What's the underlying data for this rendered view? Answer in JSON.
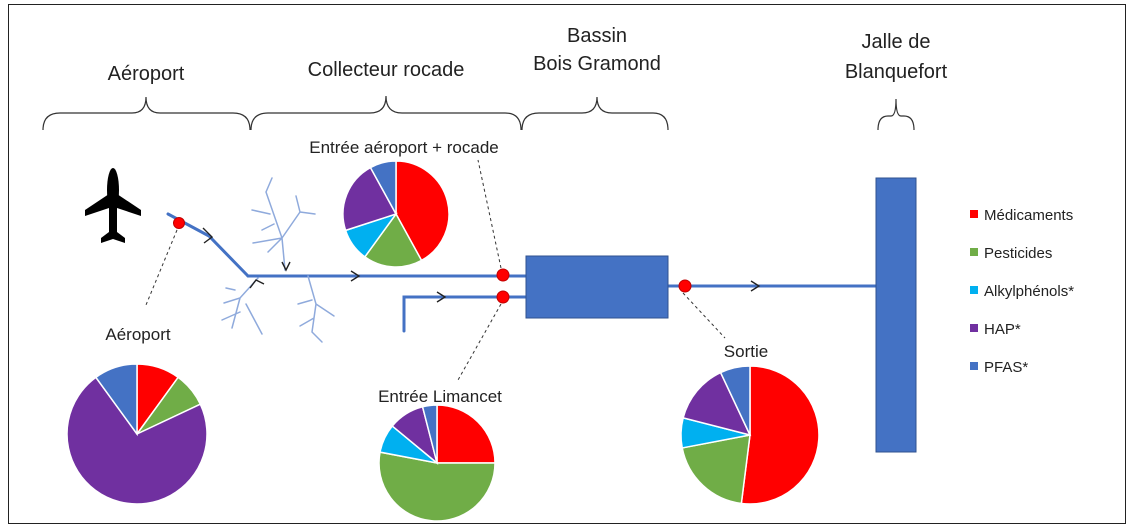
{
  "sections": {
    "aeroport": "Aéroport",
    "collecteur": "Collecteur rocade",
    "bassin_line1": "Bassin",
    "bassin_line2": "Bois Gramond",
    "jalle_line1": "Jalle de",
    "jalle_line2": "Blanquefort"
  },
  "pie_labels": {
    "aeroport": "Aéroport",
    "entree_aeroport_rocade": "Entrée aéroport + rocade",
    "entree_limancet": "Entrée Limancet",
    "sortie": "Sortie"
  },
  "legend": [
    {
      "key": "medicaments",
      "label": "Médicaments",
      "color": "#ff0000"
    },
    {
      "key": "pesticides",
      "label": "Pesticides",
      "color": "#70ad47"
    },
    {
      "key": "alkylphenols",
      "label": "Alkylphénols*",
      "color": "#00b0f0"
    },
    {
      "key": "hap",
      "label": "HAP*",
      "color": "#7030a0"
    },
    {
      "key": "pfas",
      "label": "PFAS*",
      "color": "#4472c4"
    }
  ],
  "chart_data": [
    {
      "type": "pie",
      "name": "Aéroport",
      "categories": [
        "Médicaments",
        "Pesticides",
        "Alkylphénols*",
        "HAP*",
        "PFAS*"
      ],
      "values": [
        10,
        8,
        0,
        72,
        10
      ]
    },
    {
      "type": "pie",
      "name": "Entrée aéroport + rocade",
      "categories": [
        "Médicaments",
        "Pesticides",
        "Alkylphénols*",
        "HAP*",
        "PFAS*"
      ],
      "values": [
        42,
        18,
        10,
        22,
        8
      ]
    },
    {
      "type": "pie",
      "name": "Entrée Limancet",
      "categories": [
        "Médicaments",
        "Pesticides",
        "Alkylphénols*",
        "HAP*",
        "PFAS*"
      ],
      "values": [
        25,
        53,
        8,
        10,
        4
      ]
    },
    {
      "type": "pie",
      "name": "Sortie",
      "categories": [
        "Médicaments",
        "Pesticides",
        "Alkylphénols*",
        "HAP*",
        "PFAS*"
      ],
      "values": [
        52,
        20,
        7,
        14,
        7
      ]
    }
  ]
}
